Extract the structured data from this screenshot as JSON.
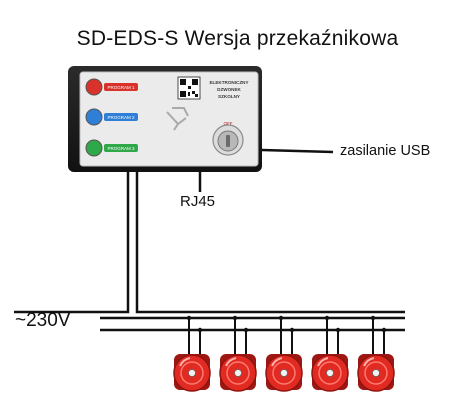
{
  "title": "SD-EDS-S  Wersja przekaźnikowa",
  "labels": {
    "usb": "zasilanie USB",
    "rj45": "RJ45",
    "mains": "~230V"
  },
  "device": {
    "buttons": [
      {
        "label": "PROGRAM 1",
        "color": "#d8322a"
      },
      {
        "label": "PROGRAM 2",
        "color": "#2f7fd6"
      },
      {
        "label": "PROGRAM 3",
        "color": "#2fa84a"
      }
    ],
    "brand_lines": [
      "ELEKTRONICZNY",
      "DZWONEK",
      "SZKOLNY"
    ],
    "switch_label": "OFF"
  },
  "bells": {
    "count": 5,
    "color": "#e02a22"
  }
}
